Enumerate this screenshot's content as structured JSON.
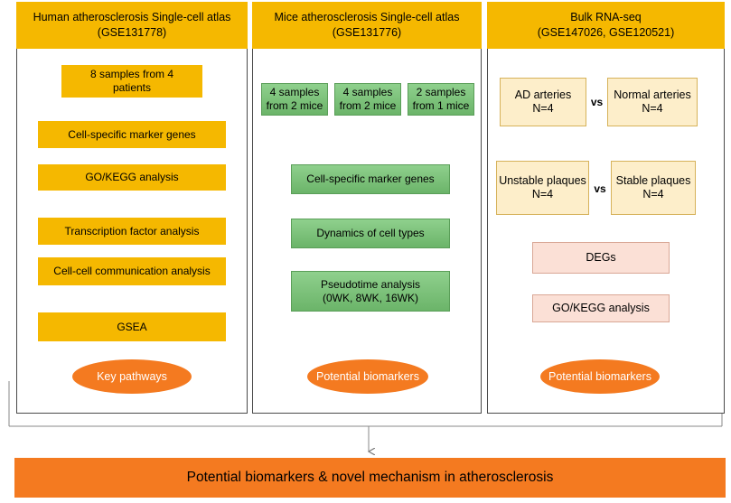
{
  "panels": {
    "human": {
      "header_line1": "Human atherosclerosis Single-cell atlas",
      "header_line2": "(GSE131778)",
      "samples": "8 samples from 4 patients",
      "steps": [
        "Cell-specific marker genes",
        "GO/KEGG analysis",
        "Transcription factor analysis",
        "Cell-cell communication analysis",
        "GSEA"
      ],
      "result": "Key pathways"
    },
    "mice": {
      "header_line1": "Mice atherosclerosis Single-cell atlas",
      "header_line2": "(GSE131776)",
      "samples": [
        {
          "line1": "4 samples",
          "line2": "from 2 mice"
        },
        {
          "line1": "4 samples",
          "line2": "from 2 mice"
        },
        {
          "line1": "2 samples",
          "line2": "from 1 mice"
        }
      ],
      "steps": [
        "Cell-specific marker genes",
        "Dynamics of cell types"
      ],
      "pseudotime_line1": "Pseudotime analysis",
      "pseudotime_line2": "(0WK, 8WK, 16WK)",
      "result": "Potential biomarkers"
    },
    "bulk": {
      "header_line1": "Bulk RNA-seq",
      "header_line2": "(GSE147026, GSE120521)",
      "group1": {
        "line1": "AD arteries",
        "line2": "N=4"
      },
      "group2": {
        "line1": "Normal arteries",
        "line2": "N=4"
      },
      "group3": {
        "line1": "Unstable plaques",
        "line2": "N=4"
      },
      "group4": {
        "line1": "Stable plaques",
        "line2": "N=4"
      },
      "vs": "vs",
      "degs": "DEGs",
      "go_kegg": "GO/KEGG analysis",
      "result": "Potential biomarkers"
    }
  },
  "conclusion": "Potential biomarkers & novel mechanism in atherosclerosis",
  "colors": {
    "header": "#f5b800",
    "green_box": "#7cc27a",
    "cream_box": "#fdeeca",
    "pink_box": "#fbe0d6",
    "ellipse": "#f47a20",
    "bottom_bar": "#f47a20"
  }
}
